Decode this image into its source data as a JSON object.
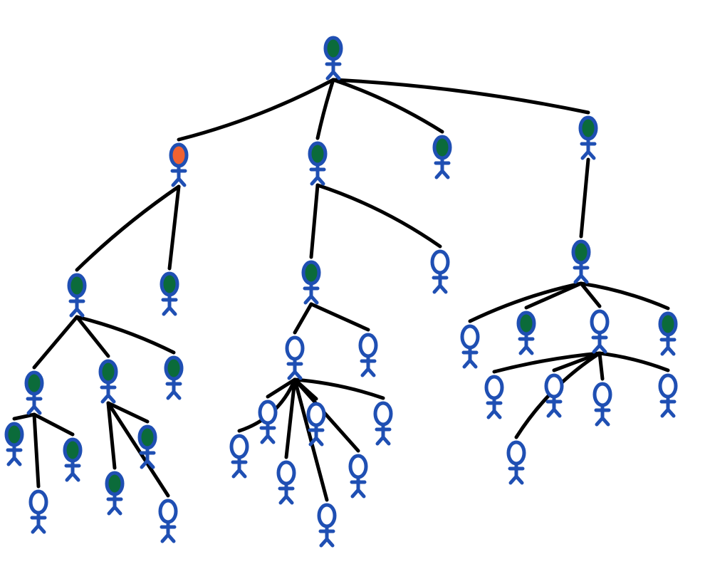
{
  "colors": {
    "figure_stroke": "#1f4fb3",
    "edge_stroke": "#000000",
    "fill_green": "#0b6b3a",
    "fill_orange": "#ef6232",
    "fill_none": "#ffffff"
  },
  "people": [
    {
      "id": "root",
      "fill": "green"
    },
    {
      "id": "a",
      "fill": "orange"
    },
    {
      "id": "b",
      "fill": "green"
    },
    {
      "id": "c",
      "fill": "green"
    },
    {
      "id": "d",
      "fill": "green"
    },
    {
      "id": "a1",
      "fill": "green"
    },
    {
      "id": "a2",
      "fill": "green"
    },
    {
      "id": "a1a",
      "fill": "green"
    },
    {
      "id": "a1b",
      "fill": "green"
    },
    {
      "id": "a1c",
      "fill": "green"
    },
    {
      "id": "a1a1",
      "fill": "green"
    },
    {
      "id": "a1a2",
      "fill": "green"
    },
    {
      "id": "a1a3",
      "fill": "none"
    },
    {
      "id": "a1b1",
      "fill": "green"
    },
    {
      "id": "a1b2",
      "fill": "green"
    },
    {
      "id": "a1b3",
      "fill": "none"
    },
    {
      "id": "b1",
      "fill": "green"
    },
    {
      "id": "b2",
      "fill": "none"
    },
    {
      "id": "b1a",
      "fill": "none"
    },
    {
      "id": "b1b",
      "fill": "none"
    },
    {
      "id": "b1a1",
      "fill": "none"
    },
    {
      "id": "b1a2",
      "fill": "none"
    },
    {
      "id": "b1a3",
      "fill": "none"
    },
    {
      "id": "b1a4",
      "fill": "none"
    },
    {
      "id": "b1a5",
      "fill": "none"
    },
    {
      "id": "b1a6",
      "fill": "none"
    },
    {
      "id": "b1a7",
      "fill": "none"
    },
    {
      "id": "d1",
      "fill": "green"
    },
    {
      "id": "d1a",
      "fill": "none"
    },
    {
      "id": "d1b",
      "fill": "green"
    },
    {
      "id": "d1c",
      "fill": "none"
    },
    {
      "id": "d1d",
      "fill": "green"
    },
    {
      "id": "d1c1",
      "fill": "none"
    },
    {
      "id": "d1c2",
      "fill": "none"
    },
    {
      "id": "d1c3",
      "fill": "none"
    },
    {
      "id": "d1c4",
      "fill": "none"
    },
    {
      "id": "d1c5",
      "fill": "none"
    }
  ],
  "edges": [
    {
      "from": "root",
      "to": "a"
    },
    {
      "from": "root",
      "to": "b"
    },
    {
      "from": "root",
      "to": "c"
    },
    {
      "from": "root",
      "to": "d"
    },
    {
      "from": "a",
      "to": "a1"
    },
    {
      "from": "a",
      "to": "a2"
    },
    {
      "from": "a1",
      "to": "a1a"
    },
    {
      "from": "a1",
      "to": "a1b"
    },
    {
      "from": "a1",
      "to": "a1c"
    },
    {
      "from": "a1a",
      "to": "a1a1"
    },
    {
      "from": "a1a",
      "to": "a1a2"
    },
    {
      "from": "a1a",
      "to": "a1a3"
    },
    {
      "from": "a1b",
      "to": "a1b1"
    },
    {
      "from": "a1b",
      "to": "a1b2"
    },
    {
      "from": "a1b",
      "to": "a1b3"
    },
    {
      "from": "b",
      "to": "b1"
    },
    {
      "from": "b",
      "to": "b2"
    },
    {
      "from": "b1",
      "to": "b1a"
    },
    {
      "from": "b1",
      "to": "b1b"
    },
    {
      "from": "b1a",
      "to": "b1a1"
    },
    {
      "from": "b1a",
      "to": "b1a2"
    },
    {
      "from": "b1a",
      "to": "b1a3"
    },
    {
      "from": "b1a",
      "to": "b1a4"
    },
    {
      "from": "b1a",
      "to": "b1a5"
    },
    {
      "from": "b1a",
      "to": "b1a6"
    },
    {
      "from": "b1a",
      "to": "b1a7"
    },
    {
      "from": "d",
      "to": "d1"
    },
    {
      "from": "d1",
      "to": "d1a"
    },
    {
      "from": "d1",
      "to": "d1b"
    },
    {
      "from": "d1",
      "to": "d1c"
    },
    {
      "from": "d1",
      "to": "d1d"
    },
    {
      "from": "d1c",
      "to": "d1c1"
    },
    {
      "from": "d1c",
      "to": "d1c2"
    },
    {
      "from": "d1c",
      "to": "d1c3"
    },
    {
      "from": "d1c",
      "to": "d1c4"
    },
    {
      "from": "d1c",
      "to": "d1c5"
    }
  ]
}
